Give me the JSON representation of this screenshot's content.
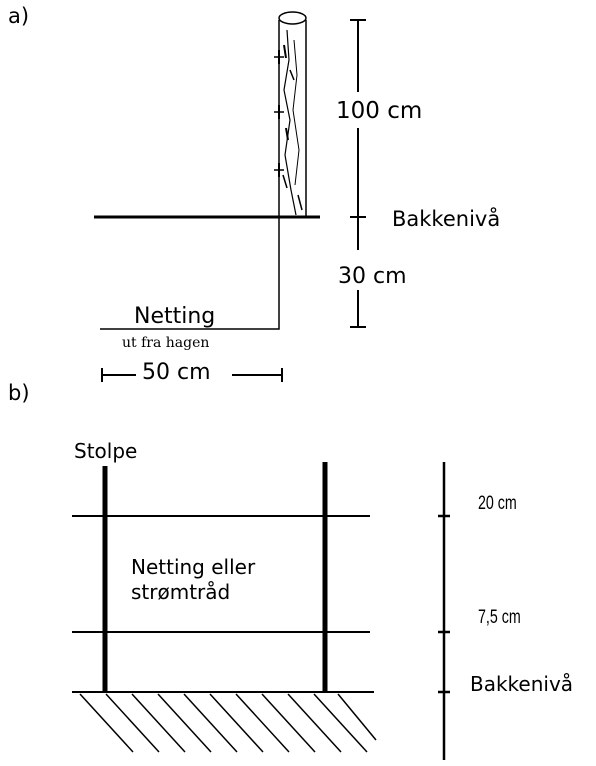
{
  "panel_a": {
    "label": "a)",
    "height_above": "100 cm",
    "ground_level": "Bakkenivå",
    "depth_below": "30 cm",
    "netting": "Netting",
    "netting_direction": "ut fra hagen",
    "netting_length": "50 cm"
  },
  "panel_b": {
    "label": "b)",
    "post": "Stolpe",
    "netting_line1": "Netting eller",
    "netting_line2": "strømtråd",
    "spacing_top": "20 cm",
    "spacing_bottom": "7,5 cm",
    "ground_level": "Bakkenivå"
  }
}
